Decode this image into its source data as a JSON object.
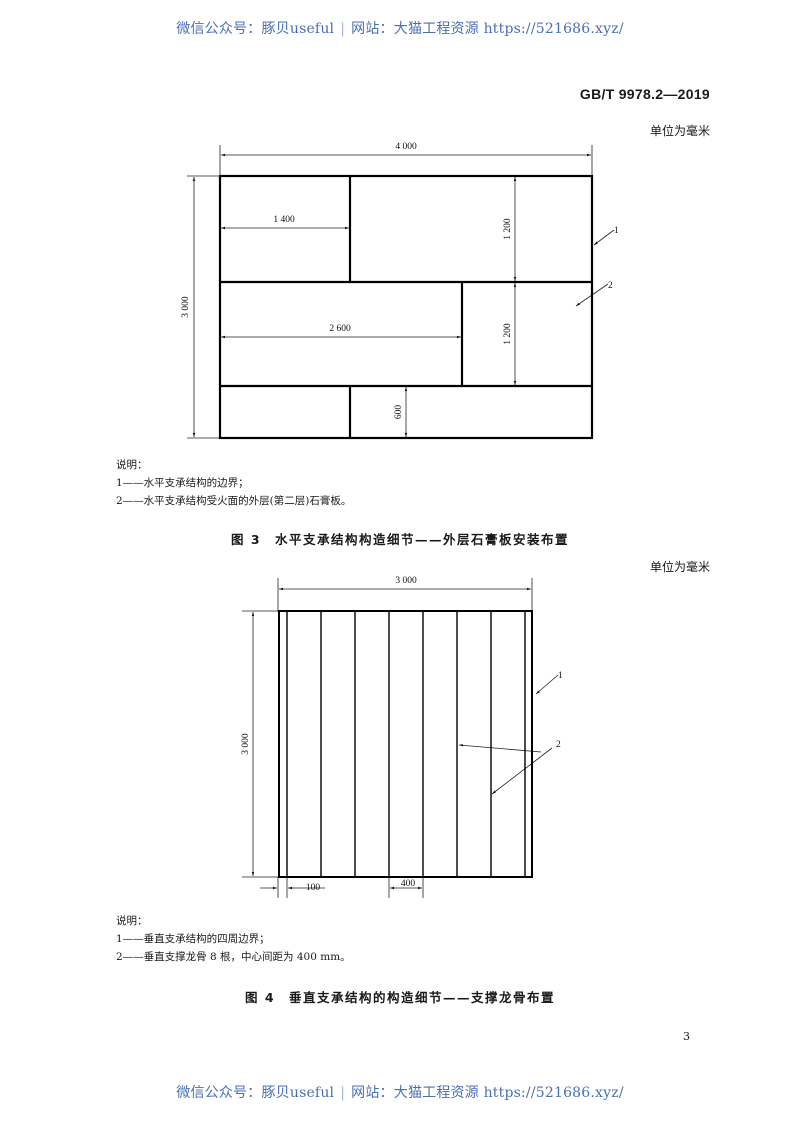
{
  "watermark": {
    "wechat": "微信公众号：豚贝useful",
    "separator": "|",
    "site": "网站：大猫工程资源 https://521686.xyz/"
  },
  "header": {
    "standard_code": "GB/T 9978.2—2019"
  },
  "figure3": {
    "unit_note": "单位为毫米",
    "dimensions": {
      "total_width": "4 000",
      "total_height": "3 000",
      "top_left_width": "1 400",
      "middle_left_width": "2 600",
      "top_right_height": "1 200",
      "middle_right_height": "1 200",
      "bottom_height": "600"
    },
    "callouts": [
      "1",
      "2"
    ],
    "legend": {
      "title": "说明：",
      "items": [
        "1——水平支承结构的边界；",
        "2——水平支承结构受火面的外层(第二层)石膏板。"
      ]
    },
    "caption": "图 3　水平支承结构构造细节——外层石膏板安装布置"
  },
  "figure4": {
    "unit_note": "单位为毫米",
    "dimensions": {
      "total_width": "3 000",
      "total_height": "3 000",
      "edge_offset": "100",
      "stud_spacing": "400"
    },
    "stud_count": 8,
    "callouts": [
      "1",
      "2"
    ],
    "legend": {
      "title": "说明：",
      "items": [
        "1——垂直支承结构的四周边界；",
        "2——垂直支撑龙骨 8 根，中心间距为 400 mm。"
      ]
    },
    "caption": "图 4　垂直支承结构的构造细节——支撑龙骨布置"
  },
  "footer": {
    "page_number": "3"
  }
}
